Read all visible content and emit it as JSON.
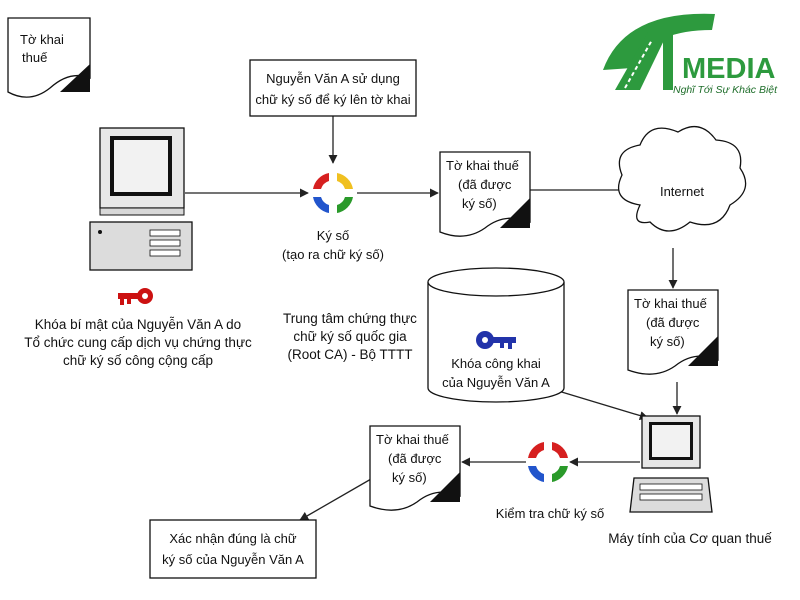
{
  "logo": {
    "brand": "MEDIA",
    "tagline": "Nghĩ Tới Sự Khác Biệt",
    "colors": {
      "green": "#2d9a3e",
      "dark_green": "#1f6e2b"
    }
  },
  "nodes": {
    "doc_top_left": {
      "line1": "Tờ khai",
      "line2": "thuế"
    },
    "signer_note": {
      "line1": "Nguyễn Văn A sử dụng",
      "line2": "chữ ký số để ký lên tờ khai"
    },
    "sign_step": {
      "line1": "Ký số",
      "line2": "(tạo ra chữ ký số)"
    },
    "doc_signed_top": {
      "line1": "Tờ khai thuế",
      "line2": "(đã được",
      "line3": "ký số)"
    },
    "internet": {
      "label": "Internet"
    },
    "doc_signed_right": {
      "line1": "Tờ khai thuế",
      "line2": "(đã được",
      "line3": "ký số)"
    },
    "private_key": {
      "line1": "Khóa bí mật của Nguyễn Văn A do",
      "line2": "Tổ chức cung cấp dịch vụ chứng thực",
      "line3": "chữ ký số công cộng cấp"
    },
    "root_ca": {
      "line1": "Trung tâm chứng thực",
      "line2": "chữ ký số quốc gia",
      "line3": "(Root CA) - Bộ TTTT"
    },
    "public_key": {
      "line1": "Khóa công khai",
      "line2": "của Nguyễn Văn A"
    },
    "doc_signed_bottom": {
      "line1": "Tờ khai thuế",
      "line2": "(đã được",
      "line3": "ký số)"
    },
    "verify_step": {
      "label": "Kiểm tra chữ ký số"
    },
    "tax_computer": {
      "label": "Máy tính của Cơ quan thuế"
    },
    "confirm": {
      "line1": "Xác nhận đúng là chữ",
      "line2": "ký số của Nguyễn Văn A"
    }
  },
  "icons": {
    "sign_cycle": "cycle-arrows-icon",
    "verify_cycle": "cycle-arrows-icon",
    "private_key": "red-key-icon",
    "public_key": "blue-key-icon"
  },
  "colors": {
    "line": "#222222",
    "key_red": "#cc1111",
    "key_blue": "#2233aa",
    "cycle_red": "#d62020",
    "cycle_green": "#2a9a2a",
    "cycle_blue": "#2255cc",
    "cycle_yellow": "#f0c020"
  }
}
